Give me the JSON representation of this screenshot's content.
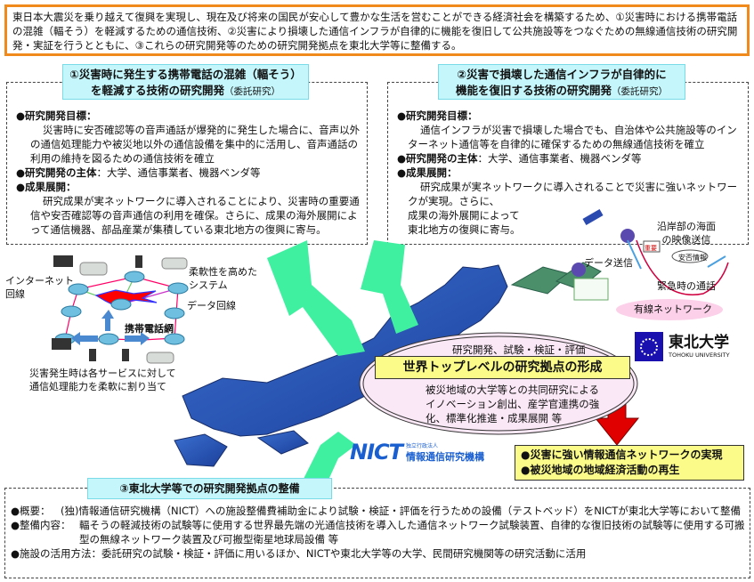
{
  "intro": "東日本大震災を乗り越えて復興を実現し、現在及び将来の国民が安心して豊かな生活を営むことができる経済社会を構築するため、①災害時における携帯電話の混雑（輻そう）を軽減するための通信技術、②災害により損壊した通信インフラが自律的に機能を復旧して公共施設等をつなぐための無線通信技術の研究開発・実証を行うとともに、③これらの研究開発等のための研究開発拠点を東北大学等に整備する。",
  "box1": {
    "title_line1": "①災害時に発生する携帯電話の混雑（輻そう）",
    "title_line2": "を軽減する技術の研究開発",
    "title_note": "（委託研究）",
    "goal_label": "●研究開発目標：",
    "goal_text": "災害時に安否確認等の音声通話が爆発的に発生した場合に、音声以外の通信処理能力や被災地以外の通信設備を集中的に活用し、音声通話の利用の維持を図るための通信技術を確立",
    "actor_label": "●研究開発の主体",
    "actor_text": "：大学、通信事業者、機器ベンダ等",
    "outcome_label": "●成果展開：",
    "outcome_text": "研究成果が実ネットワークに導入されることにより、災害時の重要通信や安否確認等の音声通信の利用を確保。さらに、成果の海外展開によって通信機器、部品産業が集積している東北地方の復興に寄与。"
  },
  "box2": {
    "title_line1": "②災害で損壊した通信インフラが自律的に",
    "title_line2": "機能を復旧する技術の研究開発",
    "title_note": "（委託研究）",
    "goal_label": "●研究開発目標：",
    "goal_text": "通信インフラが災害で損壊した場合でも、自治体や公共施設等のインターネット通信等を自律的に確保するための無線通信技術を確立",
    "actor_label": "●研究開発の主体",
    "actor_text": "：大学、通信事業者、機器ベンダ等",
    "outcome_label": "●成果展開：",
    "outcome_text1": "研究成果が実ネットワークに導入されることで災害に強いネットワークが実現。さらに、",
    "outcome_text2": "成果の海外展開によって",
    "outcome_text3": "東北地方の復興に寄与。"
  },
  "network_diagram": {
    "internet_line": "インターネット回線",
    "flexible_system": "柔軟性を高めたシステム",
    "data_line": "データ回線",
    "mobile_network": "携帯電話網",
    "caption_line1": "災害発生時は各サービスに対して",
    "caption_line2": "通信処理能力を柔軟に割り当て"
  },
  "wireless_diagram": {
    "coastal_video": "沿岸部の海面の映像送信",
    "data_transmission": "データ送信",
    "safety_info": "安否情報",
    "important_tag": "重要",
    "emergency_call": "緊急時の通話",
    "wired_network": "有線ネットワーク"
  },
  "hub": {
    "top_text": "研究開発、試験・検証・評価",
    "title": "世界トップレベルの研究拠点の形成",
    "bottom_text": "被災地域の大学等との共同研究によるイノベーション創出、産学官連携の強化、標準化推進・成果展開 等"
  },
  "tohoku_logo": {
    "name": "東北大学",
    "english": "TOHOKU UNIVERSITY"
  },
  "nict_logo": {
    "mark": "NICT",
    "sub1": "独立行政法人",
    "sub2": "情報通信研究機構"
  },
  "results": [
    "●災害に強い情報通信ネットワークの実現",
    "●被災地域の地域経済活動の再生"
  ],
  "box3": {
    "title": "③東北大学等での研究開発拠点の整備",
    "overview_label": "●概要：",
    "overview_text": "(独)情報通信研究機構（NICT）への施設整備費補助金により試験・検証・評価を行うための設備（テストベッド）をNICTが東北大学等において整備",
    "content_label": "●整備内容：",
    "content_text": "輻そうの軽減技術の試験等に使用する世界最先端の光通信技術を導入した通信ネットワーク試験装置、自律的な復旧技術の試験等に使用する可搬型の無線ネットワーク装置及び可搬型衛星地球局設備 等",
    "usage_label": "●施設の活用方法：",
    "usage_text": "委託研究の試験・検証・評価に用いるほか、NICTや東北大学等の大学、民間研究機関等の研究活動に活用"
  },
  "colors": {
    "orange": "#f08a1c",
    "cyan": "#c4f6fb",
    "yellow": "#fbfb8a",
    "green_arrow": "#3ff0a0",
    "red_arrow": "#e00000",
    "tohoku_blue": "#1a10b0",
    "nict_blue": "#1a5fd0"
  }
}
